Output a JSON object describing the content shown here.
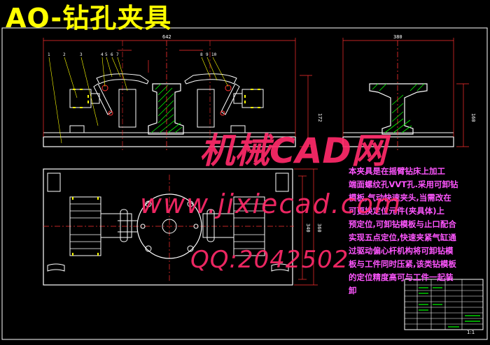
{
  "drawing": {
    "title": "AO-钻孔夹具",
    "dimensions": {
      "overall_length": "642",
      "side_width": "380",
      "side_height": "160",
      "front_height": "172",
      "plan_depth_inner": "340",
      "plan_depth_outer": "360",
      "scale": "1:1"
    },
    "part_numbers": [
      "1",
      "2",
      "3",
      "4",
      "5",
      "6",
      "7",
      "8",
      "9",
      "10"
    ],
    "notes": [
      "本夹具是在摇臂钻床上加工",
      "端面螺纹孔VVT孔.采用可卸钻",
      "模板,气动快速夹头,当需改在",
      "可更换定位元件(夹具体)上",
      "预定位,可卸钻模板与止口配合",
      "实现五点定位,快速夹紧气缸通",
      "过驱动偏心杆机构将可卸钻模",
      "板与工件同时压紧,该类钻模板",
      "的定位精度高可与工件一起装",
      "卸"
    ],
    "watermarks": {
      "brand": "机械CAD网",
      "site": "www.jixiecad.com",
      "qq": "QQ:2042502"
    }
  },
  "colors": {
    "background": "#000000",
    "outline": "#ffffff",
    "hatch": "#00ff00",
    "center_line": "#ff3030",
    "dimension": "#ff3030",
    "title": "#ffff00",
    "note": "#ff55ff",
    "watermark": "#ff2a6a",
    "part_line": "#ffff00",
    "border": "#ffffff"
  }
}
